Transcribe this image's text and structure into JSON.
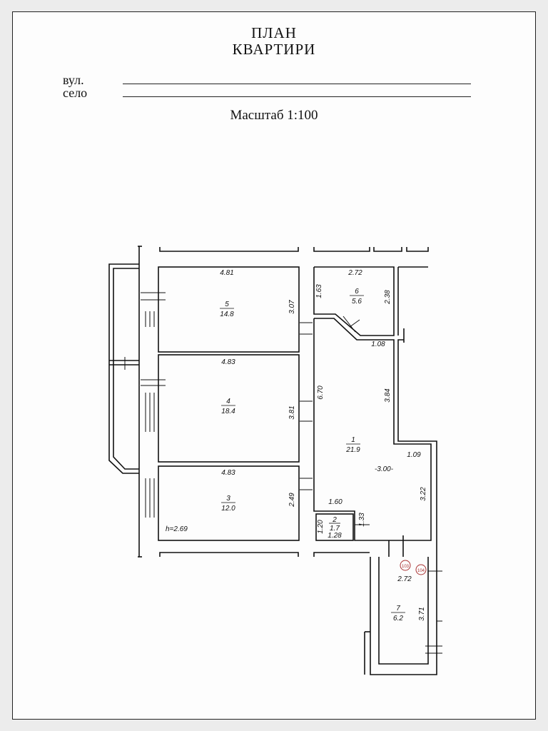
{
  "header": {
    "title_line1": "ПЛАН",
    "title_line2": "КВАРТИРИ",
    "street_label": "вул.",
    "village_label": "село",
    "scale_text": "Масштаб 1:100"
  },
  "rooms": [
    {
      "id": "5",
      "area": "14.8",
      "width": "4.81",
      "length": "3.07"
    },
    {
      "id": "4",
      "area": "18.4",
      "width": "4.83",
      "length": "3.81"
    },
    {
      "id": "3",
      "area": "12.0",
      "width": "4.83",
      "length": "2.49",
      "height_note": "h=2.69"
    },
    {
      "id": "6",
      "area": "5.6",
      "width": "2.72",
      "length_left": "1.63",
      "length_right": "2.38"
    },
    {
      "id": "1",
      "area": "21.9",
      "dims": [
        "1.08",
        "6.70",
        "3.84",
        "1.09",
        "3.22",
        "1.60"
      ],
      "level_mark": "-3.00-"
    },
    {
      "id": "2",
      "area": "1.7",
      "dims": [
        "1.20",
        "1.28",
        "1.33"
      ]
    },
    {
      "id": "7",
      "area": "6.2",
      "width": "2.72",
      "length": "3.71"
    }
  ],
  "markers": [
    "103",
    "104"
  ]
}
